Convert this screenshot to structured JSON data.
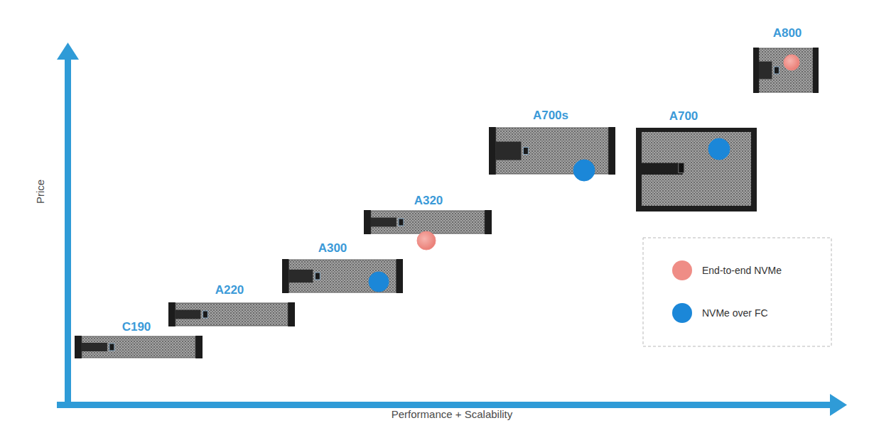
{
  "diagram": {
    "nodes": [
      {
        "text": [
          "C190"
        ]
      },
      {
        "text": [
          "A220"
        ]
      },
      {
        "text": [
          "A300"
        ]
      },
      {
        "text": [
          "A320"
        ]
      },
      {
        "text": [
          "A700s"
        ]
      },
      {
        "text": [
          "A700"
        ]
      },
      {
        "text": [
          "A800"
        ]
      }
    ],
    "labels": [
      "Price",
      "Performance + Scalability"
    ],
    "legend": [
      {
        "text": "End-to-end NVMe",
        "color": "#ef8d86"
      },
      {
        "text": "NVMe over FC",
        "color": "#1b87d8"
      }
    ]
  }
}
